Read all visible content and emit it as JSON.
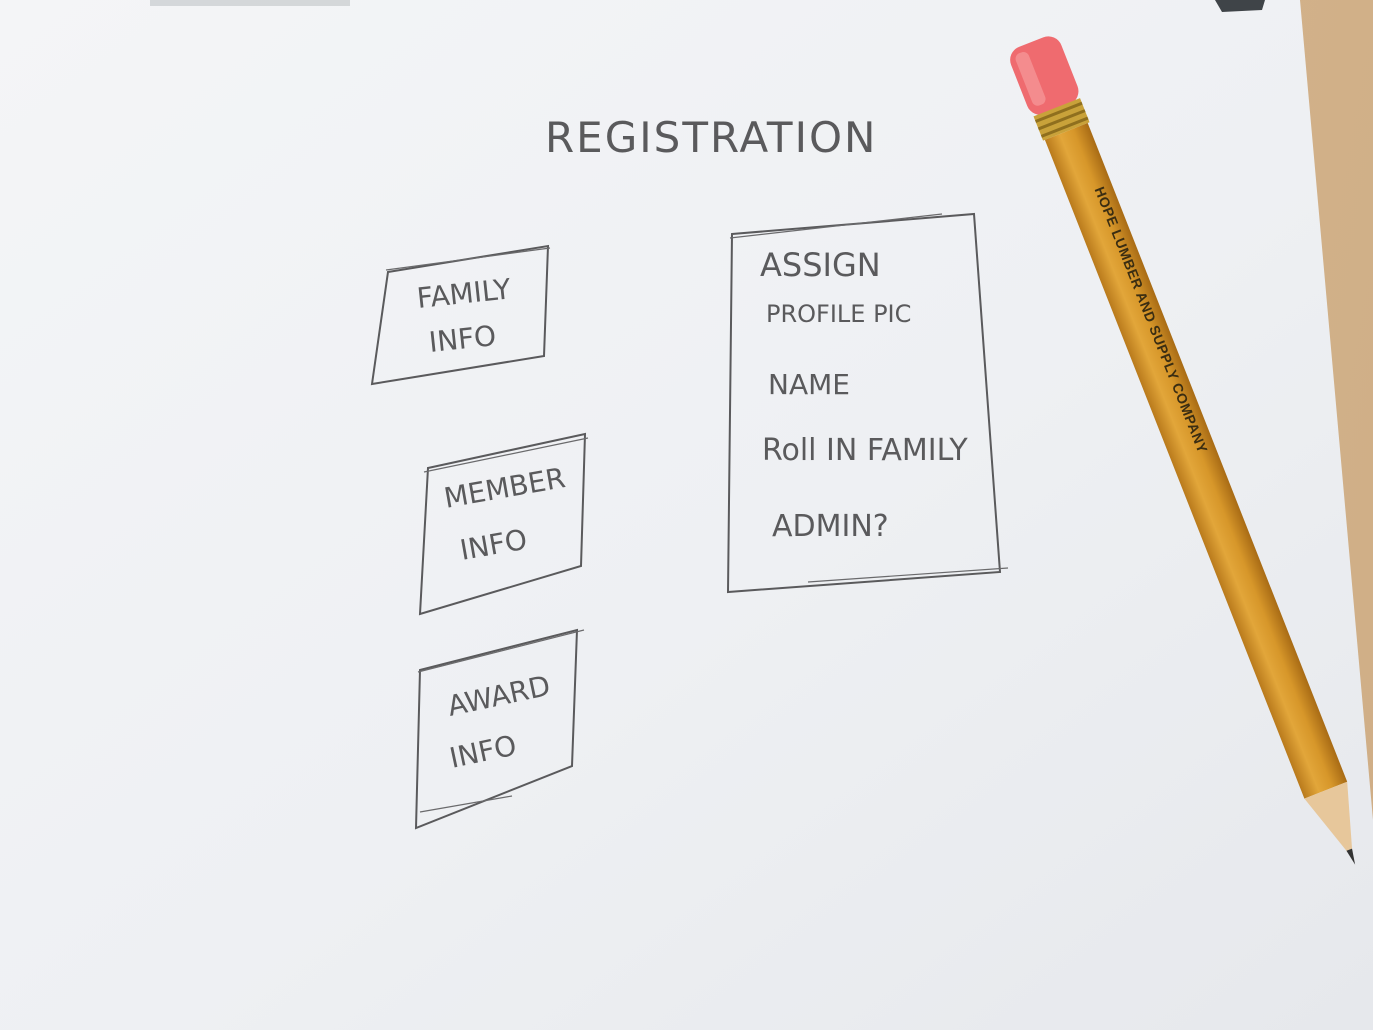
{
  "sketch": {
    "title": "REGISTRATION",
    "boxes": {
      "family_info": {
        "line1": "FAMILY",
        "line2": "INFO"
      },
      "member_info": {
        "line1": "MEMBER",
        "line2": "INFO"
      },
      "award_info": {
        "line1": "AWARD",
        "line2": "INFO"
      }
    },
    "detail_panel": {
      "items": [
        "ASSIGN",
        "PROFILE PIC",
        "NAME",
        "Roll IN FAMILY",
        "ADMIN?"
      ]
    }
  },
  "pencil": {
    "imprint": "HOPE LUMBER AND SUPPLY COMPANY"
  },
  "colors": {
    "paper": "#f3f4f6",
    "graphite": "#5a5a5c",
    "pencil_body": "#d99a2b",
    "eraser": "#ef6b6f",
    "ferrule": "#c9a23a",
    "desk": "#cfae86"
  }
}
